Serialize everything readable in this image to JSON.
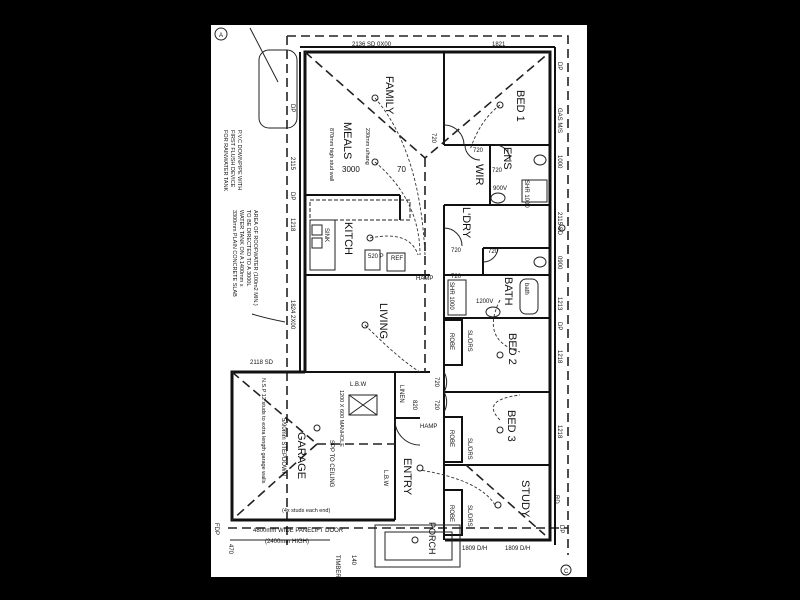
{
  "plan": {
    "rooms": {
      "family": "FAMILY",
      "meals": "MEALS",
      "kitch": "KITCH",
      "living": "LIVING",
      "bed1": "BED 1",
      "ens": "ENS",
      "wir": "WIR",
      "laundry": "L'DRY",
      "bath": "BATH",
      "bed2": "BED 2",
      "bed3": "BED 3",
      "study": "STUDY",
      "garage": "GARAGE",
      "entry": "ENTRY",
      "porch": "PORCH"
    },
    "labels": {
      "hamp1": "HAMP",
      "hamp2": "HAMP",
      "linen": "LINEN",
      "lbw1": "L.B.W",
      "lbw2": "L.B.W",
      "robe1": "ROBE",
      "robe2": "ROBE",
      "robe3": "ROBE",
      "sldrs1": "SL/DRS",
      "sldrs2": "SL/DRS",
      "sldrs3": "SL/DRS",
      "sink": "SINK",
      "shr1": "SHR 1000",
      "shr2": "SHR 1000",
      "bath_tub": "bath",
      "garage_sub": "5/90mm STEPDOWN",
      "garage_note": "N.S.P 12 studs to extra length garage walls",
      "spp": "SPP TO CEILING",
      "studs": "(4x studs each end)",
      "manhole": "1200 X 600 MANHOLE",
      "meals_note": "870mm high stud wall",
      "meals_note2": "230mm u/hang",
      "dim_3000": "3000",
      "dim_70": "70",
      "p520": "520 P",
      "ref": "REF"
    },
    "dimensions": {
      "top1": "2136 SD 0X00",
      "top2": "1821",
      "d720a": "720",
      "d720b": "720",
      "d720c": "720",
      "d720d": "720",
      "d720e": "720",
      "d720f": "720",
      "d720g": "720",
      "d720h": "720",
      "d820": "820",
      "d1200": "1200V",
      "d900": "900V",
      "left1": "2115",
      "left2": "1218",
      "left3": "1824 2X00",
      "garage_win": "2118 SD",
      "right1": "1000",
      "right2": "2115 SD",
      "right3": "0900",
      "right4": "1213",
      "right5": "1218",
      "right6": "1218",
      "bot1": "1809 D/H",
      "bot2": "1809 D/H",
      "dp1": "DP",
      "dp2": "DP",
      "dp3": "DP",
      "dp4": "DP",
      "dp5": "DP",
      "gas": "GAS M/S",
      "door": "4800mm WIDE PANELIFT DOOR",
      "door_h": "(2400mm HIGH)",
      "fdp": "FDP",
      "side470": "470",
      "rd": "RD",
      "timber": "TIMBER",
      "d140": "140"
    },
    "notes": {
      "downpipe": [
        "P.V.C DOWNPIPE WITH",
        "FIRST FLUSH DEVICE",
        "FOR RAINWATER TANK"
      ],
      "tank": [
        "AREA OF ROOFWATER (100m2 MIN.)",
        "TO BE DIRECTED TO A 3000L",
        "WATER TANK ON A 1400mm x",
        "3300mm PLAIN CONCRETE SLAB"
      ],
      "gridA": "A",
      "gridC": "C"
    }
  }
}
